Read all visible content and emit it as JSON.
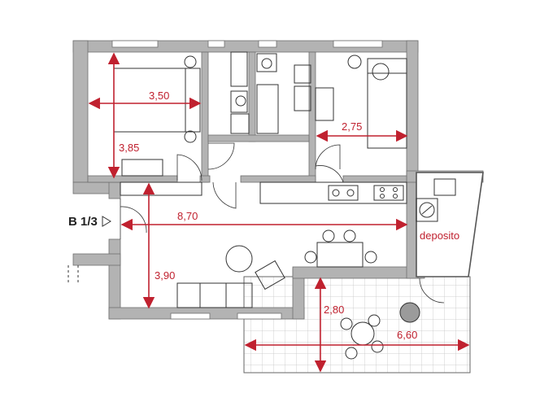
{
  "plan": {
    "unit_label": "B 1/3",
    "storage_label": "deposito",
    "colors": {
      "wall": "#b3b3b3",
      "wall_edge": "#6f6f6f",
      "dimension": "#c0212f",
      "fixture": "#333333",
      "terrace_grid": "#bdbdbd"
    },
    "dimensions": {
      "bedroom_width": "3,50",
      "bedroom_length": "3,85",
      "bedroom2_width": "2,75",
      "living_width": "8,70",
      "living_depth": "3,90",
      "terrace_depth": "2,80",
      "terrace_width": "6,60"
    }
  }
}
